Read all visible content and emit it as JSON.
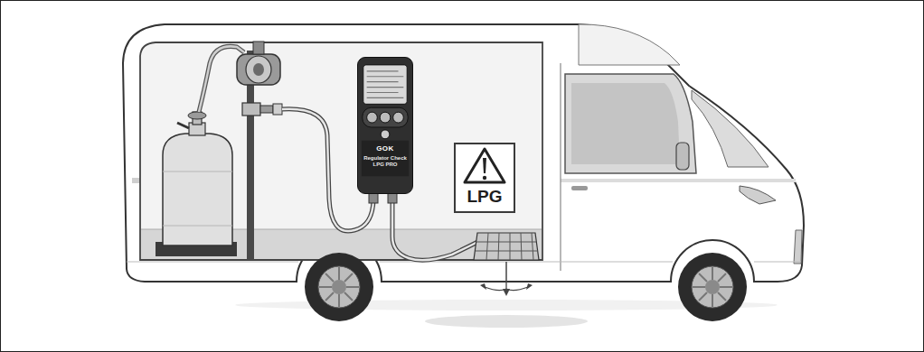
{
  "diagram": {
    "nodes": [
      {
        "text": [
          "GOK",
          "Regulator Check LPG PRO"
        ]
      },
      {
        "text": [
          "LPG"
        ]
      }
    ]
  }
}
